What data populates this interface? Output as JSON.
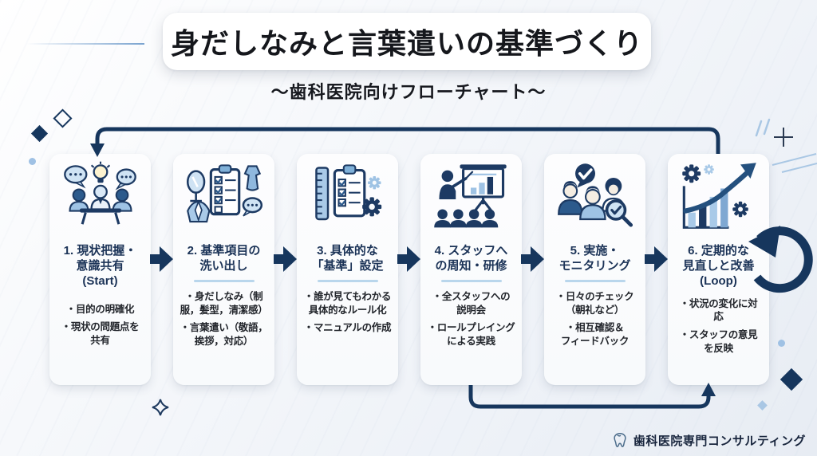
{
  "header": {
    "title": "身だしなみと言葉遣いの基準づくり",
    "subtitle": "〜歯科医院向けフローチャート〜"
  },
  "steps": [
    {
      "title": "1. 現状把握・\n意識共有\n(Start)",
      "icon": "meeting-icon",
      "has_divider": false,
      "bullets": [
        "・目的の明確化",
        "・現状の問題点を\n共有"
      ]
    },
    {
      "title": "2. 基準項目の\n洗い出し",
      "icon": "grooming-checklist-icon",
      "has_divider": true,
      "bullets": [
        "・身だしなみ（制\n服，髪型，清潔感）",
        "・言葉遣い（敬語，\n挨拶，対応）"
      ]
    },
    {
      "title": "3. 具体的な\n「基準」設定",
      "icon": "standards-ruler-icon",
      "has_divider": true,
      "bullets": [
        "・誰が見てもわかる\n具体的なルール化",
        "・マニュアルの作成"
      ]
    },
    {
      "title": "4. スタッフへ\nの周知・研修",
      "icon": "staff-training-icon",
      "has_divider": true,
      "bullets": [
        "・全スタッフへの\n説明会",
        "・ロールプレイング\nによる実践"
      ]
    },
    {
      "title": "5. 実施・\nモニタリング",
      "icon": "monitoring-icon",
      "has_divider": true,
      "bullets": [
        "・日々のチェック\n（朝礼など）",
        "・相互確認＆\nフィードバック"
      ]
    },
    {
      "title": "6. 定期的な\n見直しと改善\n(Loop)",
      "icon": "improvement-icon",
      "has_divider": false,
      "bullets": [
        "・状況の変化に対\n応",
        "・スタッフの意見\nを反映"
      ]
    }
  ],
  "footer": {
    "brand": "歯科医院専門コンサルティング",
    "logo_icon": "tooth-icon"
  },
  "connectors": {
    "top_loop": "from step 6 top, across, arrow down into step 1 top",
    "bottom_link": "from step 4 bottom, across, arrow up into step 6 bottom",
    "loop_icon": "circular-loop-arrow beside step 6"
  },
  "colors": {
    "accent_navy": "#16365d",
    "icon_navy": "#1d3a63",
    "icon_light_blue": "#a9cae8",
    "divider_blue": "#b9d6ec",
    "card_bg": "#fbfcfe",
    "page_bg": "#eef2f7",
    "title_text": "#15171c",
    "step_title_text": "#1b3357",
    "body_text": "#22252b"
  }
}
